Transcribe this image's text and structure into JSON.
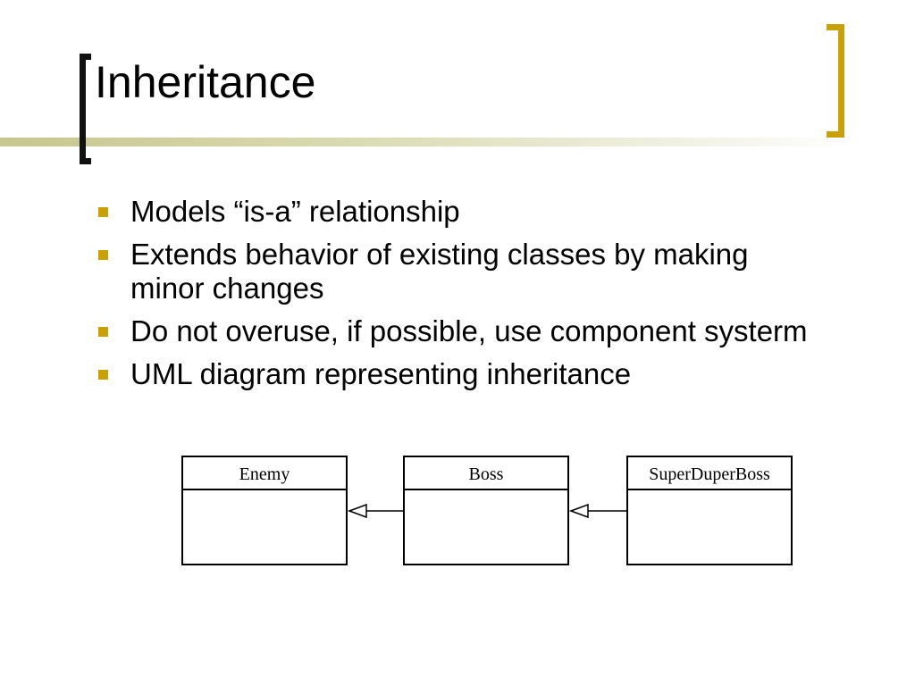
{
  "slide": {
    "title": "Inheritance",
    "accent_color": "#c9a008",
    "bullets": [
      "Models “is-a” relationship",
      "Extends behavior of existing classes by making minor changes",
      "Do not overuse, if possible, use component systerm",
      "UML diagram representing inheritance"
    ]
  },
  "uml": {
    "classes": [
      "Enemy",
      "Boss",
      "SuperDuperBoss"
    ],
    "relations": [
      {
        "from": "Boss",
        "to": "Enemy",
        "type": "generalization"
      },
      {
        "from": "SuperDuperBoss",
        "to": "Boss",
        "type": "generalization"
      }
    ]
  }
}
